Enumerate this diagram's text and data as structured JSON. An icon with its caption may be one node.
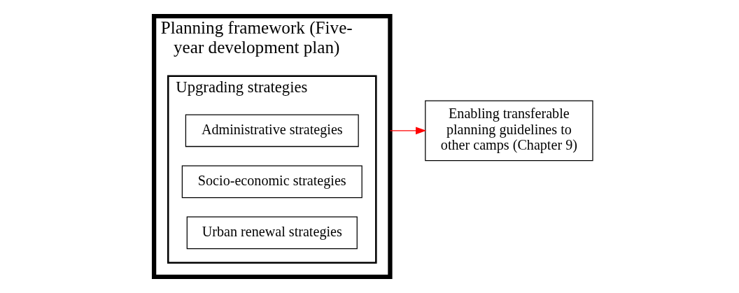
{
  "diagram": {
    "nodes": [
      {
        "text": [
          "Planning framework (Five-year development plan)"
        ]
      },
      {
        "text": [
          "Upgrading strategies"
        ],
        "in": 0
      },
      {
        "text": [
          "Administrative strategies"
        ],
        "in": 1
      },
      {
        "text": [
          "Socio-economic strategies"
        ],
        "in": 1
      },
      {
        "text": [
          "Urban renewal strategies"
        ],
        "in": 1
      },
      {
        "text": [
          "Enabling transferable planning guidelines to other camps (Chapter 9)"
        ]
      }
    ],
    "edges": [
      {
        "from": 0,
        "to": 5,
        "arrow": "to",
        "color": "#ff0000"
      }
    ]
  }
}
